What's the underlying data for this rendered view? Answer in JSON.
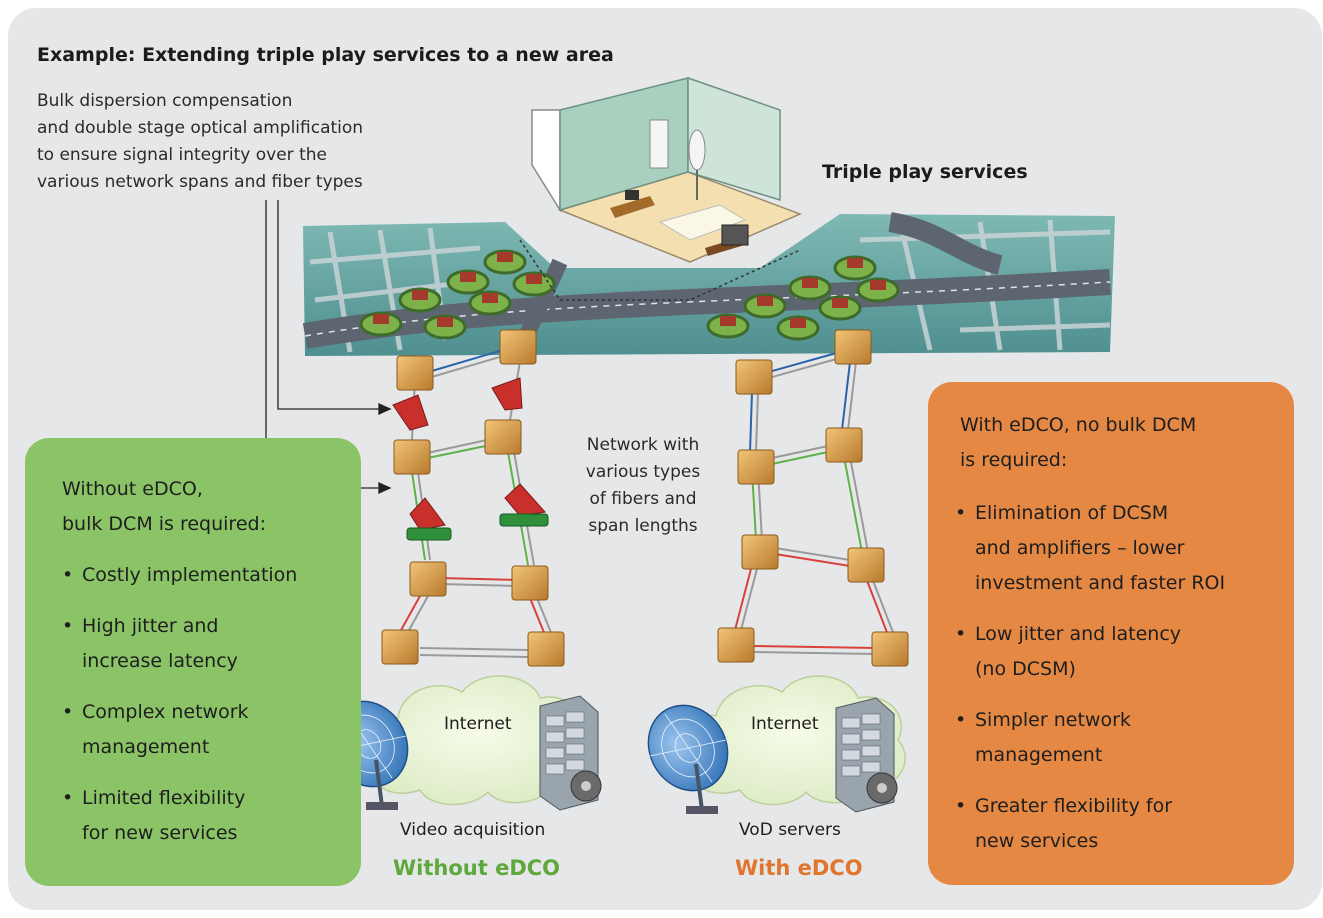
{
  "title": "Example: Extending triple play services to a new area",
  "note_lines": [
    "Bulk dispersion compensation",
    "and double stage optical amplification",
    "to ensure signal integrity over the",
    "various network spans and fiber types"
  ],
  "triple_play_label": "Triple play services",
  "network_lines": [
    "Network with",
    "various types",
    "of fibers and",
    "span lengths"
  ],
  "without": {
    "title_lines": [
      "Without eDCO,",
      "bulk DCM is required:"
    ],
    "items": [
      [
        "Costly implementation"
      ],
      [
        "High jitter and",
        "increase latency"
      ],
      [
        "Complex network",
        "management"
      ],
      [
        "Limited flexibility",
        "for new services"
      ]
    ],
    "cloud_label": "Internet",
    "source_label": "Video acquisition",
    "caption": "Without eDCO",
    "color": "#5ea83c"
  },
  "with": {
    "title_lines": [
      "With eDCO, no bulk DCM",
      "is required:"
    ],
    "items": [
      [
        "Elimination of DCSM",
        "and amplifiers – lower",
        "investment and faster ROI"
      ],
      [
        "Low jitter and latency",
        "(no DCSM)"
      ],
      [
        "Simpler network",
        "management"
      ],
      [
        "Greater flexibility for",
        "new services"
      ]
    ],
    "cloud_label": "Internet",
    "source_label": "VoD servers",
    "caption": "With eDCO",
    "color": "#e0762e"
  },
  "colors": {
    "panel": "#e6e7e9",
    "green_box": "#8bc467",
    "orange_box": "#e48843",
    "node": "#d49a45",
    "amplifier": "#c9302c",
    "dcm": "#2f8f3a",
    "fiber_blue": "#2a64a8",
    "fiber_green": "#5bb34a",
    "fiber_red": "#d9413a",
    "fiber_gray": "#9a9a9a"
  }
}
